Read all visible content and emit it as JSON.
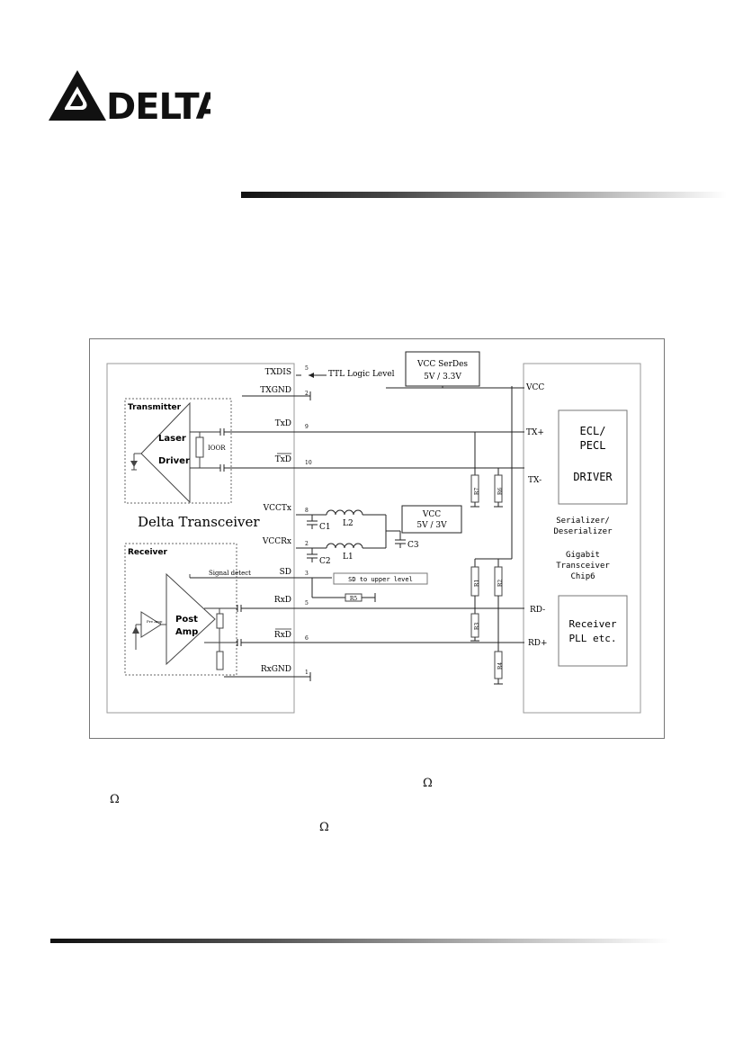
{
  "logo": {
    "brand": "DELTA"
  },
  "diagram": {
    "title": "Delta Transceiver",
    "vcc_serdes": {
      "line1": "VCC SerDes",
      "line2": "5V / 3.3V"
    },
    "vcc_local": {
      "line1": "VCC",
      "line2": "5V / 3V"
    },
    "pins": {
      "txdis": {
        "label": "TXDIS",
        "number": "5"
      },
      "txgnd": {
        "label": "TXGND",
        "number": "2"
      },
      "txd": {
        "label": "TxD",
        "number": "9"
      },
      "txd_bar": {
        "label": "TxD",
        "number": "10"
      },
      "vcctx": {
        "label": "VCCTx",
        "number": "8"
      },
      "vccrx": {
        "label": "VCCRx",
        "number": "2"
      },
      "sd": {
        "label": "SD",
        "number": "3"
      },
      "rxd": {
        "label": "RxD",
        "number": "5"
      },
      "rxd_bar": {
        "label": "RxD",
        "number": "6"
      },
      "rxgnd": {
        "label": "RxGND",
        "number": "1"
      }
    },
    "ttl_label": "TTL Logic Level",
    "sd_upper_label": "SD to upper level",
    "signal_detect": "Signal detect",
    "transmitter": {
      "title": "Transmitter",
      "laser": "Laser",
      "driver": "Driver",
      "resistor": "IOOR"
    },
    "receiver": {
      "title": "Receiver",
      "post": "Post",
      "amp": "Amp",
      "preamp": "Pre Amp"
    },
    "components": {
      "l1": "L1",
      "l2": "L2",
      "c1": "C1",
      "c2": "C2",
      "c3": "C3",
      "r1": "R1",
      "r2": "R2",
      "r3": "R3",
      "r4": "R4",
      "r5": "R5",
      "r6": "R6",
      "r7": "R7"
    },
    "serdes": {
      "vcc": "VCC",
      "tx_plus": "TX+",
      "tx_minus": "TX-",
      "rd_minus": "RD-",
      "rd_plus": "RD+",
      "driver_line1": "ECL/",
      "driver_line2": "PECL",
      "driver_line3": "DRIVER",
      "ser_line1": "Serializer/",
      "ser_line2": "Deserializer",
      "chip_line1": "Gigabit",
      "chip_line2": "Transceiver",
      "chip_line3": "Chip6",
      "rx_line1": "Receiver",
      "rx_line2": "PLL etc."
    }
  },
  "body_text": {
    "omega_1": "Ω",
    "omega_2": "Ω",
    "omega_3": "Ω"
  }
}
